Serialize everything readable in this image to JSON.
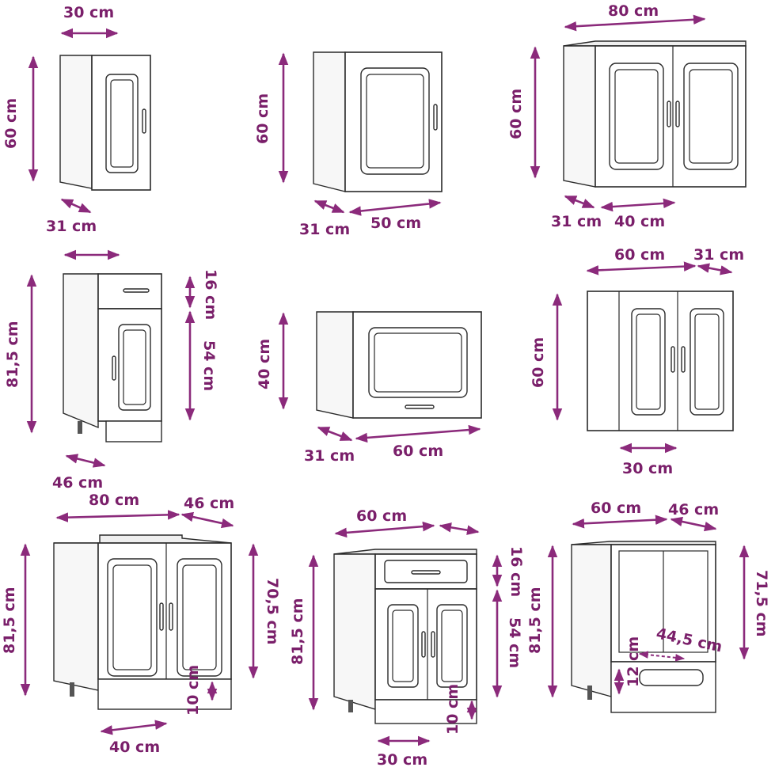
{
  "cabinets": [
    {
      "id": "wall-30",
      "labels": [
        "30 cm",
        "60 cm",
        "31 cm"
      ]
    },
    {
      "id": "wall-50",
      "labels": [
        "60 cm",
        "31 cm",
        "50 cm"
      ]
    },
    {
      "id": "wall-80",
      "labels": [
        "80 cm",
        "60 cm",
        "31 cm",
        "40 cm"
      ]
    },
    {
      "id": "base-drawer-46",
      "labels": [
        "81,5 cm",
        "16 cm",
        "54 cm",
        "46 cm"
      ]
    },
    {
      "id": "wall-flap-60",
      "labels": [
        "40 cm",
        "31 cm",
        "60 cm"
      ]
    },
    {
      "id": "wall-60",
      "labels": [
        "60 cm",
        "31 cm",
        "60 cm",
        "30 cm"
      ]
    },
    {
      "id": "sink-base-80",
      "labels": [
        "80 cm",
        "46 cm",
        "81,5 cm",
        "70,5 cm",
        "10 cm",
        "40 cm"
      ]
    },
    {
      "id": "base-60-drawer",
      "labels": [
        "60 cm",
        "81,5 cm",
        "16 cm",
        "54 cm",
        "10 cm",
        "30 cm"
      ]
    },
    {
      "id": "oven-base-60",
      "labels": [
        "60 cm",
        "46 cm",
        "81,5 cm",
        "71,5 cm",
        "44,5 cm",
        "12 cm"
      ]
    }
  ],
  "colors": {
    "dimension": "#8b2a7b",
    "outline": "#2a2a2a",
    "background": "#ffffff"
  }
}
